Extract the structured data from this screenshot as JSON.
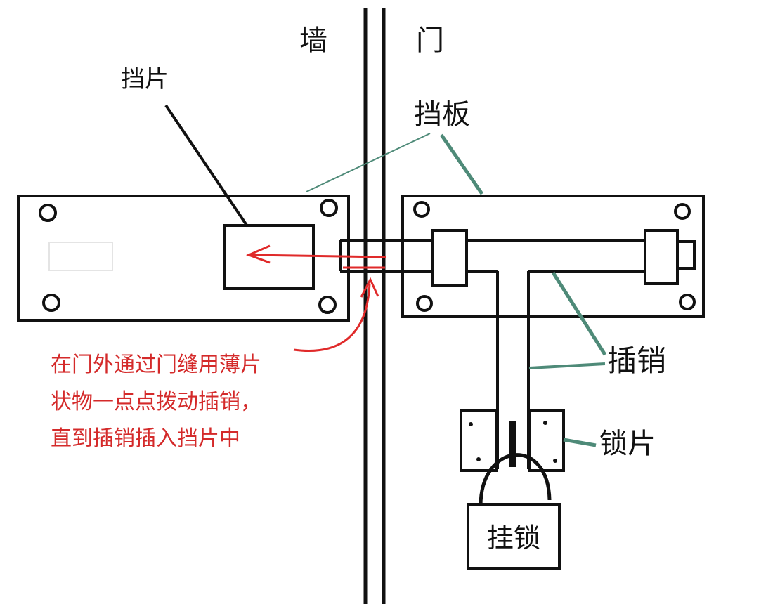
{
  "labels": {
    "wall": "墙",
    "door": "门",
    "stop_piece": "挡片",
    "baffle": "挡板",
    "latch_bolt": "插销",
    "lock_plate": "锁片",
    "padlock": "挂锁"
  },
  "annotation": {
    "lines": [
      "在门外通过门缝用薄片",
      "状物一点点拨动插销，",
      "直到插销插入挡片中"
    ]
  },
  "colors": {
    "annotation": "#d42a2a",
    "arrow": "#e02a2a",
    "leader_green": "#4e8a78",
    "ink": "#111111",
    "background": "#ffffff"
  }
}
